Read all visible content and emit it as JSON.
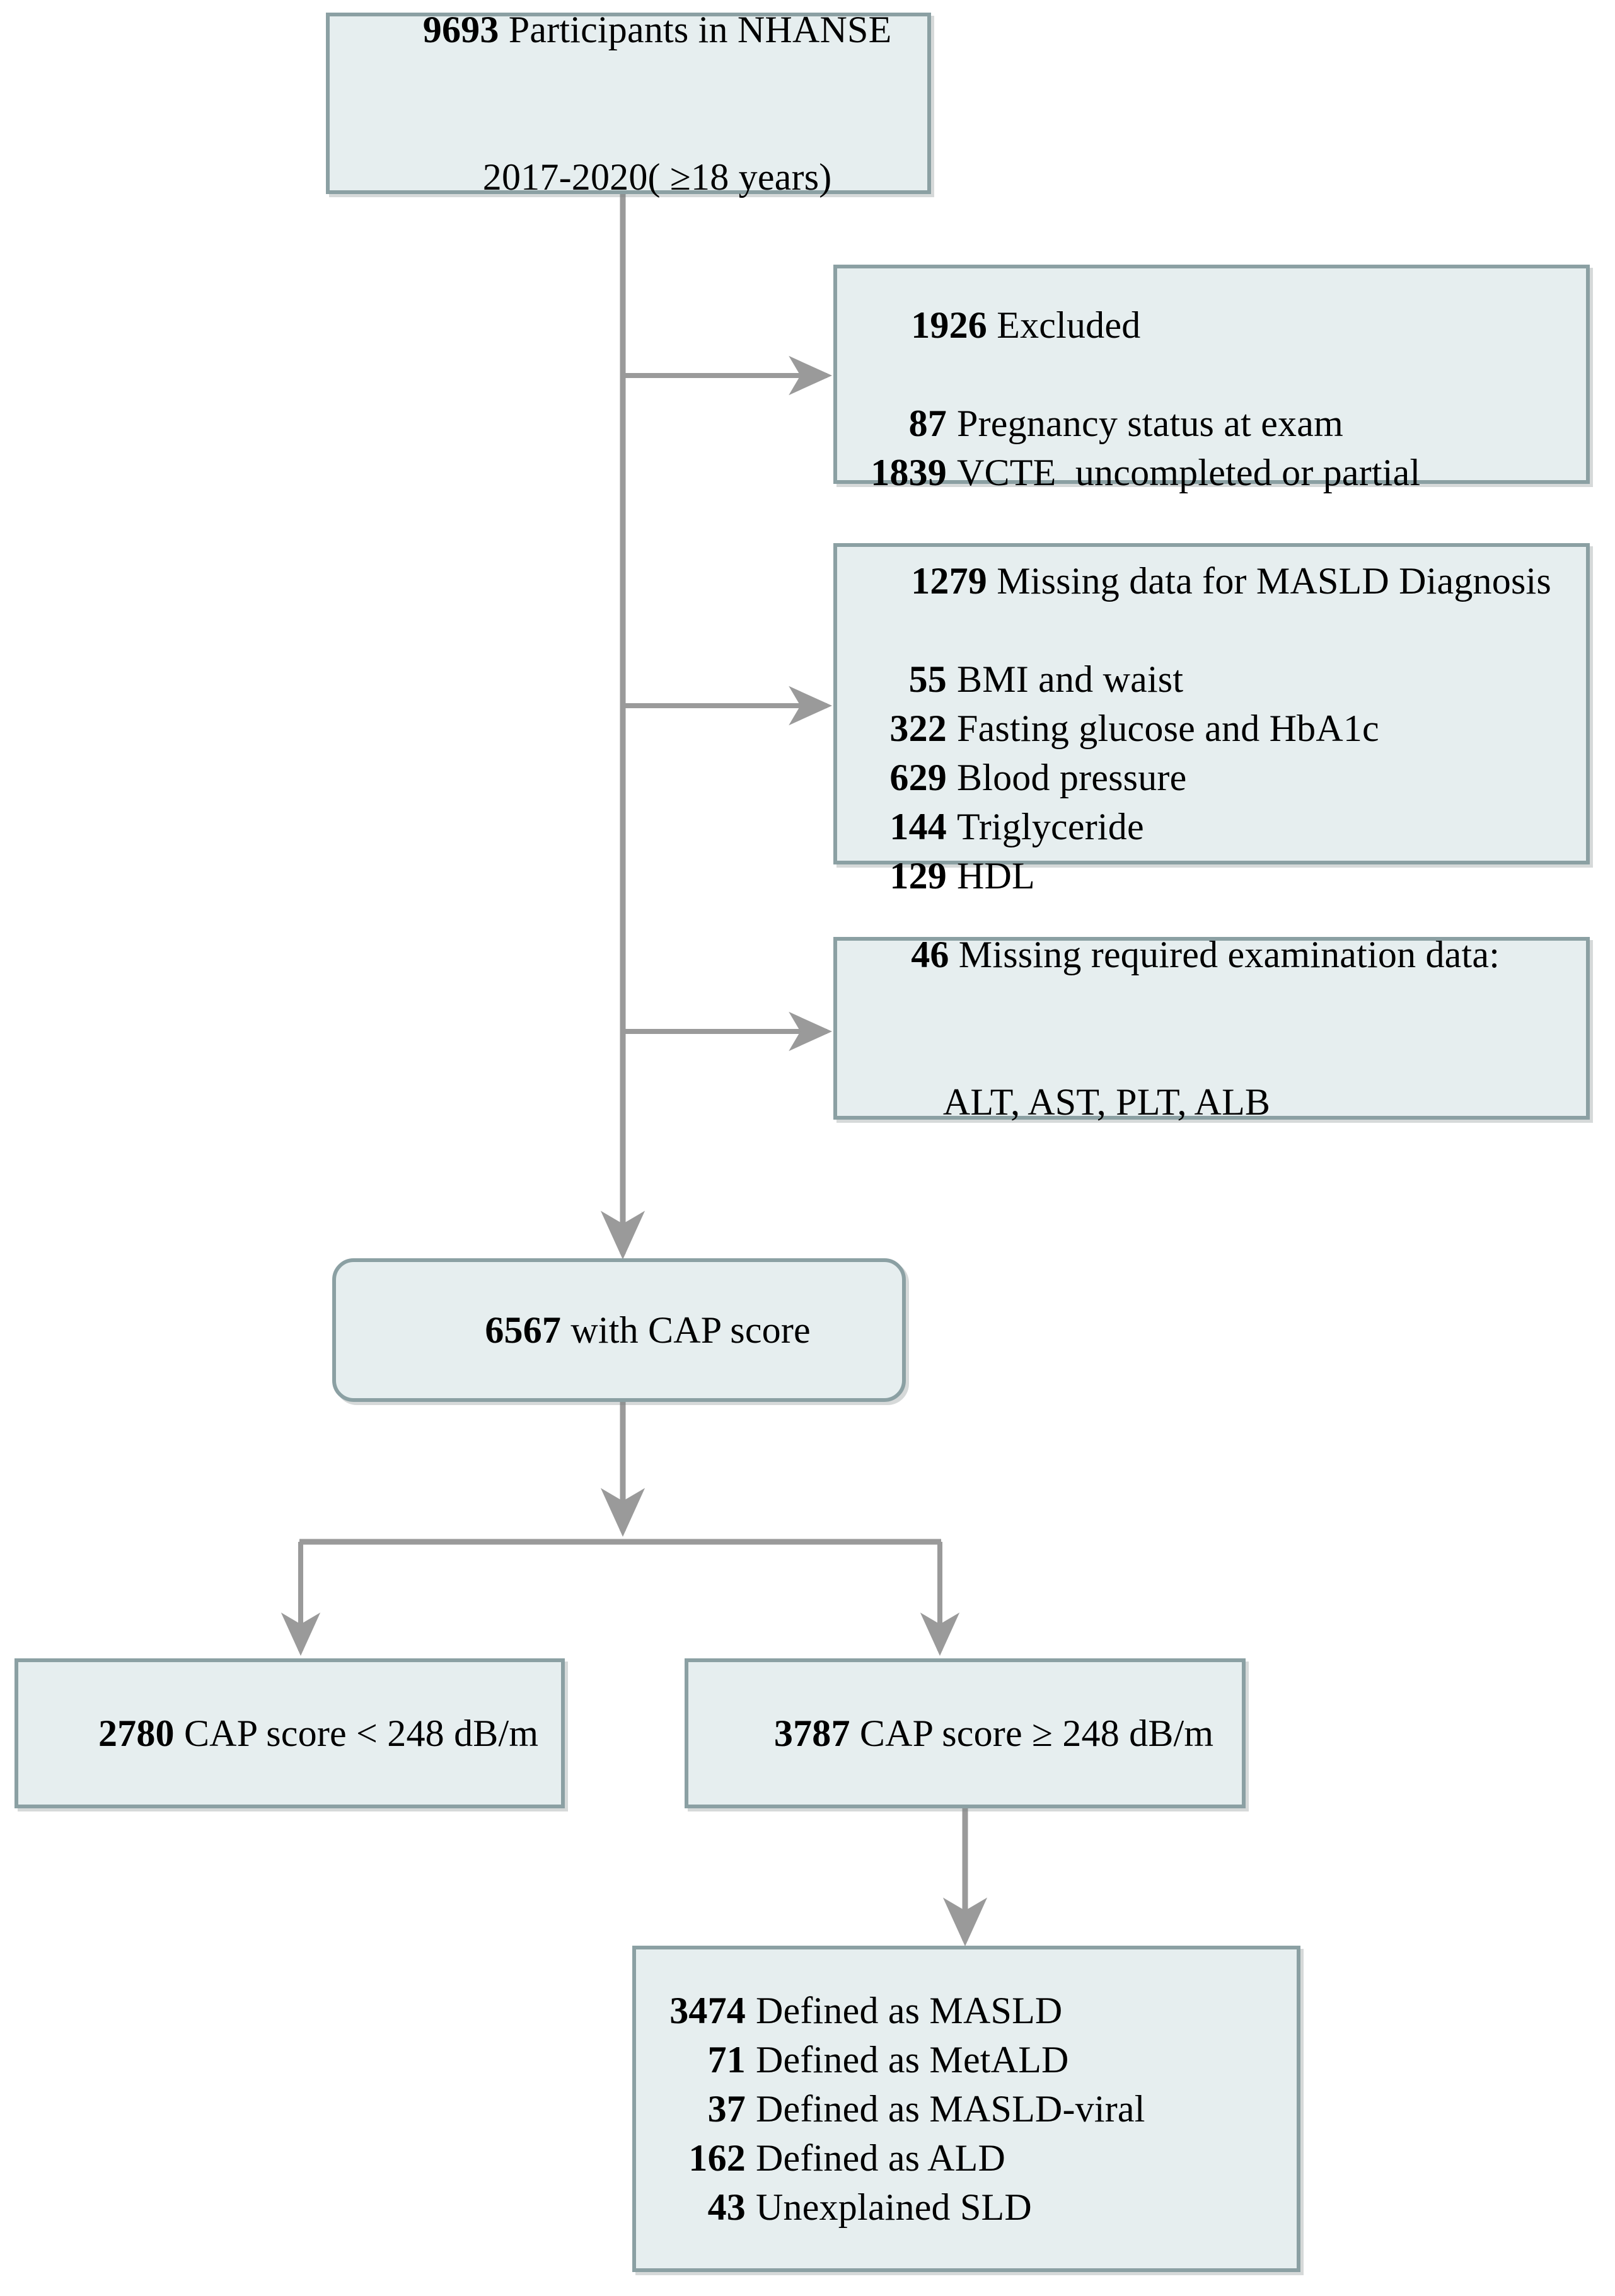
{
  "figure": {
    "type": "flowchart",
    "title": "NHANES 2017-2020 participant selection flow for steatotic liver disease classification",
    "colors": {
      "node_fill": "#e6eeef",
      "node_border": "#8ba0a3",
      "connector": "#9a9a9a",
      "text": "#000000",
      "background": "#ffffff"
    }
  },
  "nodes": {
    "enrolled": {
      "id": "enrolled",
      "shape": "rectangle",
      "lines": [
        {
          "num": "9693",
          "text": " Participants in NHANSE"
        },
        {
          "num": "",
          "text": "2017-2020( ≥18 years)"
        }
      ]
    },
    "excluded_1": {
      "id": "excluded_1",
      "shape": "rectangle",
      "header": {
        "num": "1926",
        "text": " Excluded"
      },
      "items": [
        {
          "num": "87",
          "text": "Pregnancy status at exam"
        },
        {
          "num": "1839",
          "text": "VCTE  uncompleted or partial"
        }
      ]
    },
    "excluded_2": {
      "id": "excluded_2",
      "shape": "rectangle",
      "header": {
        "num": "1279",
        "text": " Missing data for MASLD Diagnosis"
      },
      "items": [
        {
          "num": "55",
          "text": "BMI and waist"
        },
        {
          "num": "322",
          "text": "Fasting glucose and HbA1c"
        },
        {
          "num": "629",
          "text": "Blood pressure"
        },
        {
          "num": "144",
          "text": "Triglyceride"
        },
        {
          "num": "129",
          "text": "HDL"
        }
      ]
    },
    "excluded_3": {
      "id": "excluded_3",
      "shape": "rectangle",
      "lines": [
        {
          "num": "46",
          "text": " Missing required examination data:"
        },
        {
          "num": "",
          "text": "ALT, AST, PLT, ALB"
        }
      ]
    },
    "with_cap": {
      "id": "with_cap",
      "shape": "rounded-rectangle",
      "lines": [
        {
          "num": "6567",
          "text": " with CAP score"
        }
      ]
    },
    "cap_low": {
      "id": "cap_low",
      "shape": "rectangle",
      "lines": [
        {
          "num": "2780",
          "text": " CAP score < 248 dB/m"
        }
      ]
    },
    "cap_high": {
      "id": "cap_high",
      "shape": "rectangle",
      "lines": [
        {
          "num": "3787",
          "text": " CAP score ≥ 248 dB/m"
        }
      ]
    },
    "diagnoses": {
      "id": "diagnoses",
      "shape": "rectangle",
      "items": [
        {
          "num": "3474",
          "text": "Defined as MASLD"
        },
        {
          "num": "71",
          "text": "Defined as MetALD"
        },
        {
          "num": "37",
          "text": "Defined as MASLD-viral"
        },
        {
          "num": "162",
          "text": "Defined as ALD"
        },
        {
          "num": "43",
          "text": "Unexplained SLD"
        }
      ]
    }
  },
  "edges": [
    {
      "from": "enrolled",
      "to": "excluded_1",
      "style": "elbow-right-arrow"
    },
    {
      "from": "enrolled",
      "to": "excluded_2",
      "style": "elbow-right-arrow"
    },
    {
      "from": "enrolled",
      "to": "excluded_3",
      "style": "elbow-right-arrow"
    },
    {
      "from": "enrolled",
      "to": "with_cap",
      "style": "vertical-arrow"
    },
    {
      "from": "with_cap",
      "to": "split",
      "style": "vertical-arrow"
    },
    {
      "from": "split",
      "to": "cap_low",
      "style": "branch-arrow"
    },
    {
      "from": "split",
      "to": "cap_high",
      "style": "branch-arrow"
    },
    {
      "from": "cap_high",
      "to": "diagnoses",
      "style": "vertical-arrow"
    }
  ]
}
